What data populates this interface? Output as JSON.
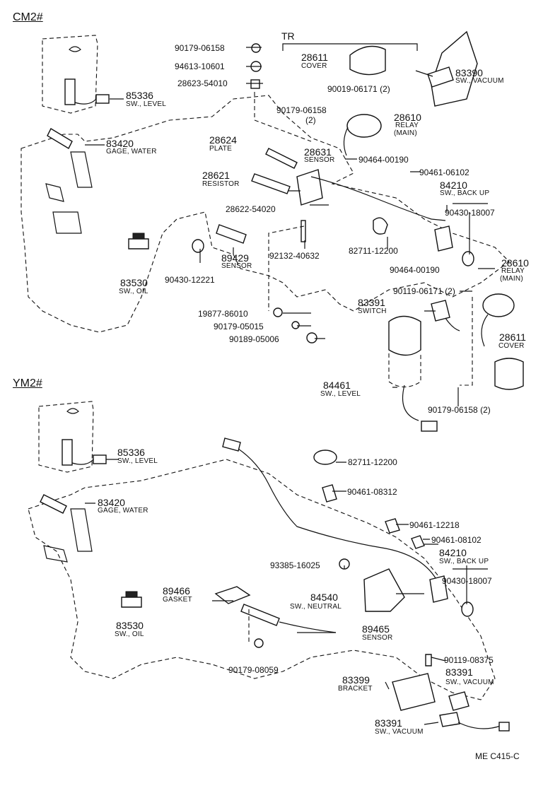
{
  "sections": {
    "cm2": "CM2#",
    "tr": "TR",
    "ym2": "YM2#"
  },
  "cm2_parts": {
    "p90179_06158": "90179-06158",
    "p94613_10601": "94613-10601",
    "p28623_54010": "28623-54010",
    "p28611": {
      "num": "28611",
      "name": "COVER"
    },
    "p83390": {
      "num": "83390",
      "name": "SW., VACUUM"
    },
    "p85336": {
      "num": "85336",
      "name": "SW., LEVEL"
    },
    "p90019_06171": "90019-06171 (2)",
    "p90179_06158_2": {
      "num": "90179-06158",
      "qty": "(2)"
    },
    "p28610": {
      "num": "28610",
      "name1": "RELAY",
      "name2": "(MAIN)"
    },
    "p83420": {
      "num": "83420",
      "name": "GAGE, WATER"
    },
    "p28624": {
      "num": "28624",
      "name": "PLATE"
    },
    "p28631": {
      "num": "28631",
      "name": "SENSOR"
    },
    "p90464_00190": "90464-00190",
    "p90461_06102": "90461-06102",
    "p28621": {
      "num": "28621",
      "name": "RESISTOR"
    },
    "p84210": {
      "num": "84210",
      "name": "SW., BACK UP"
    },
    "p28622_54020": "28622-54020",
    "p90430_18007": "90430-18007",
    "p89429": {
      "num": "89429",
      "name": "SENSOR"
    },
    "p92132_40632": "92132-40632",
    "p82711_12200": "82711-12200",
    "p83530": {
      "num": "83530",
      "name": "SW., OIL"
    },
    "p90430_12221": "90430-12221",
    "p90464_00190_b": "90464-00190",
    "p28610_b": {
      "num": "28610",
      "name1": "RELAY",
      "name2": "(MAIN)"
    },
    "p90119_06171": "90119-06171 (2)",
    "p83391": {
      "num": "83391",
      "name": "SWITCH"
    },
    "p19877_86010": "19877-86010",
    "p90179_05015": "90179-05015",
    "p90189_05006": "90189-05006",
    "p28611_b": {
      "num": "28611",
      "name": "COVER"
    },
    "p84461": {
      "num": "84461",
      "name": "SW., LEVEL"
    },
    "p90179_06158_b": "90179-06158 (2)"
  },
  "ym2_parts": {
    "p85336": {
      "num": "85336",
      "name": "SW., LEVEL"
    },
    "p82711_12200": "82711-12200",
    "p83420": {
      "num": "83420",
      "name": "GAGE, WATER"
    },
    "p90461_08312": "90461-08312",
    "p90461_12218": "90461-12218",
    "p90461_08102": "90461-08102",
    "p84210": {
      "num": "84210",
      "name": "SW., BACK UP"
    },
    "p93385_16025": "93385-16025",
    "p90430_18007": "90430-18007",
    "p89466": {
      "num": "89466",
      "name": "GASKET"
    },
    "p84540": {
      "num": "84540",
      "name": "SW., NEUTRAL"
    },
    "p83530": {
      "num": "83530",
      "name": "SW., OIL"
    },
    "p89465": {
      "num": "89465",
      "name": "SENSOR"
    },
    "p90179_08059": "90179-08059",
    "p90119_08375": "90119-08375",
    "p83399": {
      "num": "83399",
      "name": "BRACKET"
    },
    "p83391_a": {
      "num": "83391",
      "name": "SW., VACUUM"
    },
    "p83391_b": {
      "num": "83391",
      "name": "SW., VACUUM"
    }
  },
  "footer": {
    "ref": "ME  C415-C"
  }
}
